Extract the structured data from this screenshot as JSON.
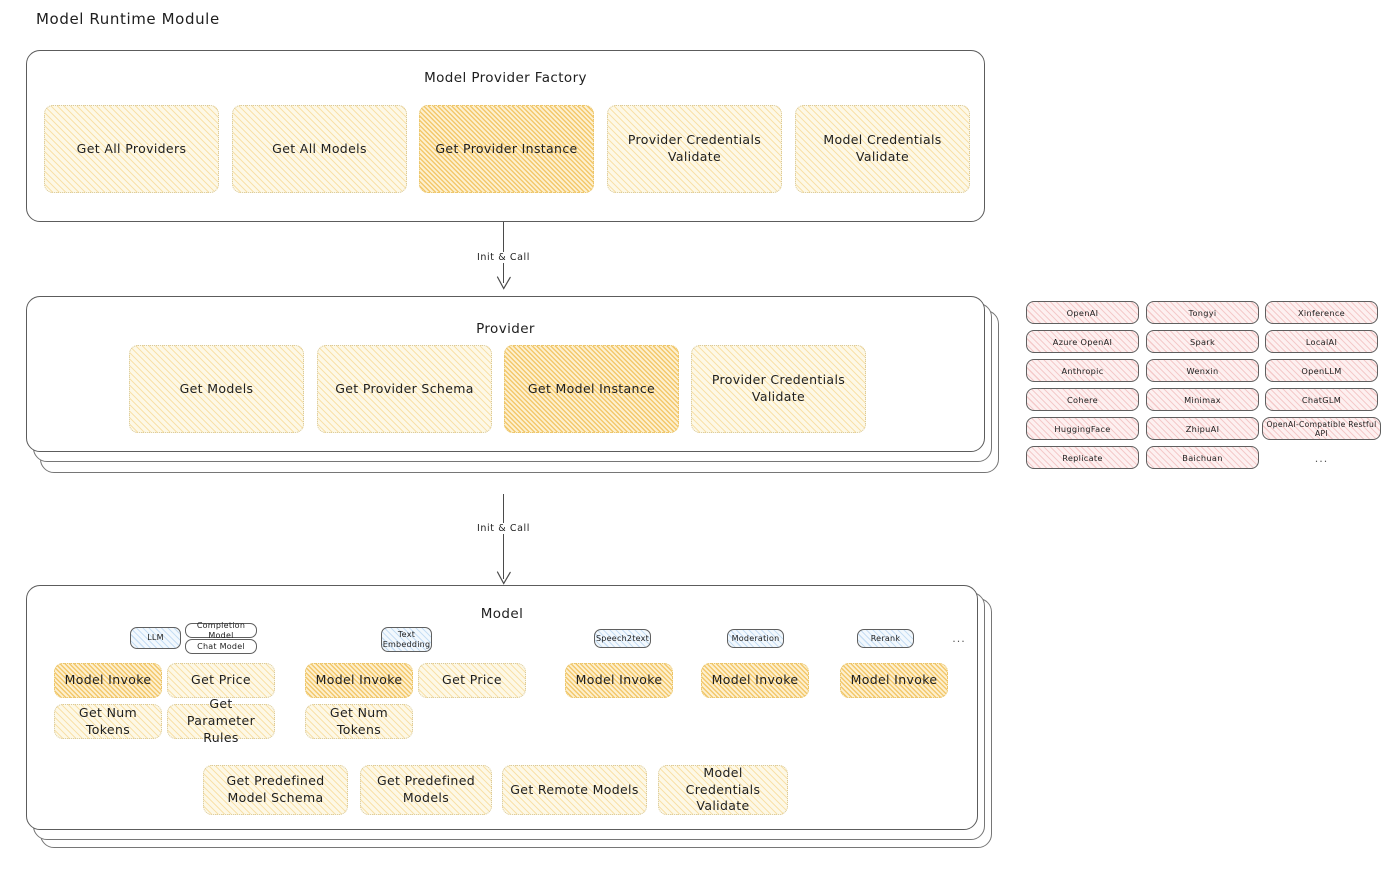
{
  "page": {
    "title": "Model Runtime Module"
  },
  "factory": {
    "title": "Model Provider Factory",
    "nodes": [
      {
        "label": "Get All Providers",
        "highlight": false
      },
      {
        "label": "Get All Models",
        "highlight": false
      },
      {
        "label": "Get Provider Instance",
        "highlight": true
      },
      {
        "label": "Provider Credentials Validate",
        "highlight": false
      },
      {
        "label": "Model Credentials Validate",
        "highlight": false
      }
    ]
  },
  "arrows": [
    {
      "label": "Init & Call"
    },
    {
      "label": "Init & Call"
    }
  ],
  "provider": {
    "title": "Provider",
    "nodes": [
      {
        "label": "Get Models",
        "highlight": false
      },
      {
        "label": "Get Provider Schema",
        "highlight": false
      },
      {
        "label": "Get Model Instance",
        "highlight": true
      },
      {
        "label": "Provider Credentials Validate",
        "highlight": false
      }
    ]
  },
  "provider_list": {
    "columns": [
      [
        "OpenAI",
        "Azure OpenAI",
        "Anthropic",
        "Cohere",
        "HuggingFace",
        "Replicate"
      ],
      [
        "Tongyi",
        "Spark",
        "Wenxin",
        "Minimax",
        "ZhipuAI",
        "Baichuan"
      ],
      [
        "Xinference",
        "LocalAI",
        "OpenLLM",
        "ChatGLM",
        "OpenAI-Compatible Restful API"
      ]
    ],
    "more": "..."
  },
  "model": {
    "title": "Model",
    "more": "...",
    "types": [
      {
        "badge": "LLM",
        "sub_badges": [
          "Completion Model",
          "Chat Model"
        ],
        "nodes": [
          {
            "label": "Model Invoke",
            "highlight": true
          },
          {
            "label": "Get Price",
            "highlight": false
          },
          {
            "label": "Get Num Tokens",
            "highlight": false
          },
          {
            "label": "Get Parameter Rules",
            "highlight": false
          }
        ]
      },
      {
        "badge": "Text Embedding",
        "sub_badges": [],
        "nodes": [
          {
            "label": "Model Invoke",
            "highlight": true
          },
          {
            "label": "Get Price",
            "highlight": false
          },
          {
            "label": "Get Num Tokens",
            "highlight": false
          }
        ]
      },
      {
        "badge": "Speech2text",
        "sub_badges": [],
        "nodes": [
          {
            "label": "Model Invoke",
            "highlight": true
          }
        ]
      },
      {
        "badge": "Moderation",
        "sub_badges": [],
        "nodes": [
          {
            "label": "Model Invoke",
            "highlight": true
          }
        ]
      },
      {
        "badge": "Rerank",
        "sub_badges": [],
        "nodes": [
          {
            "label": "Model Invoke",
            "highlight": true
          }
        ]
      }
    ],
    "common_nodes": [
      {
        "label": "Get Predefined Model Schema"
      },
      {
        "label": "Get Predefined Models"
      },
      {
        "label": "Get Remote Models"
      },
      {
        "label": "Model Credentials Validate"
      }
    ]
  },
  "colors": {
    "node_fill": "#fdf8e6",
    "node_highlight_fill": "#fdf0cf",
    "chip_fill": "#fdf0f0",
    "badge_fill": "#f2f8fd",
    "stroke": "#5c5c5c",
    "text": "#1e1e1e"
  }
}
